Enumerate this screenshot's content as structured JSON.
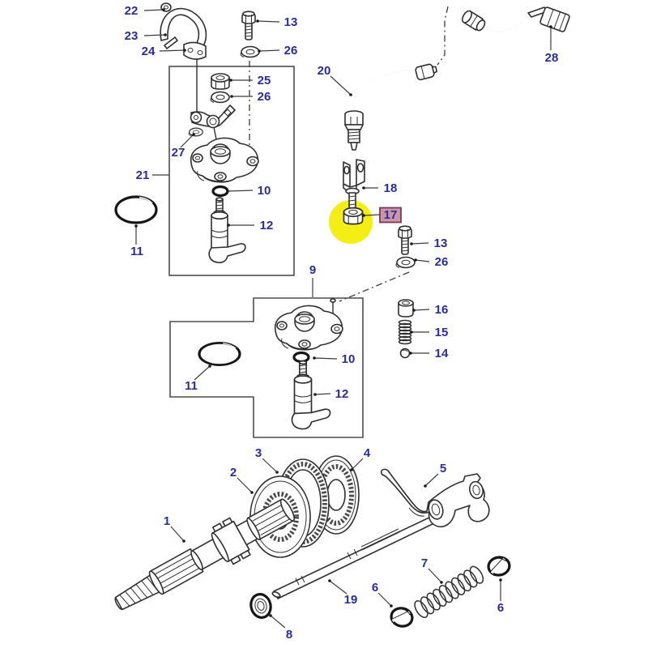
{
  "diagram": {
    "type": "exploded-parts-diagram",
    "colors": {
      "background": "#ffffff",
      "label": "#2a2d96",
      "line": "#2f2f2f",
      "highlight_circle": "#f5ee14",
      "highlight_box_fill": "#cb94a8",
      "highlight_box_border": "#7c3a52"
    },
    "highlighted_callout": "17",
    "callouts": [
      {
        "text": "22"
      },
      {
        "text": "23"
      },
      {
        "text": "24"
      },
      {
        "text": "13"
      },
      {
        "text": "26"
      },
      {
        "text": "25"
      },
      {
        "text": "26"
      },
      {
        "text": "27"
      },
      {
        "text": "21"
      },
      {
        "text": "11"
      },
      {
        "text": "10"
      },
      {
        "text": "12"
      },
      {
        "text": "20"
      },
      {
        "text": "28"
      },
      {
        "text": "18"
      },
      {
        "text": "17",
        "highlighted": true
      },
      {
        "text": "13"
      },
      {
        "text": "26"
      },
      {
        "text": "16"
      },
      {
        "text": "15"
      },
      {
        "text": "14"
      },
      {
        "text": "9"
      },
      {
        "text": "11"
      },
      {
        "text": "10"
      },
      {
        "text": "12"
      },
      {
        "text": "1"
      },
      {
        "text": "2"
      },
      {
        "text": "3"
      },
      {
        "text": "4"
      },
      {
        "text": "5"
      },
      {
        "text": "19"
      },
      {
        "text": "8"
      },
      {
        "text": "6"
      },
      {
        "text": "7"
      },
      {
        "text": "6"
      }
    ]
  }
}
